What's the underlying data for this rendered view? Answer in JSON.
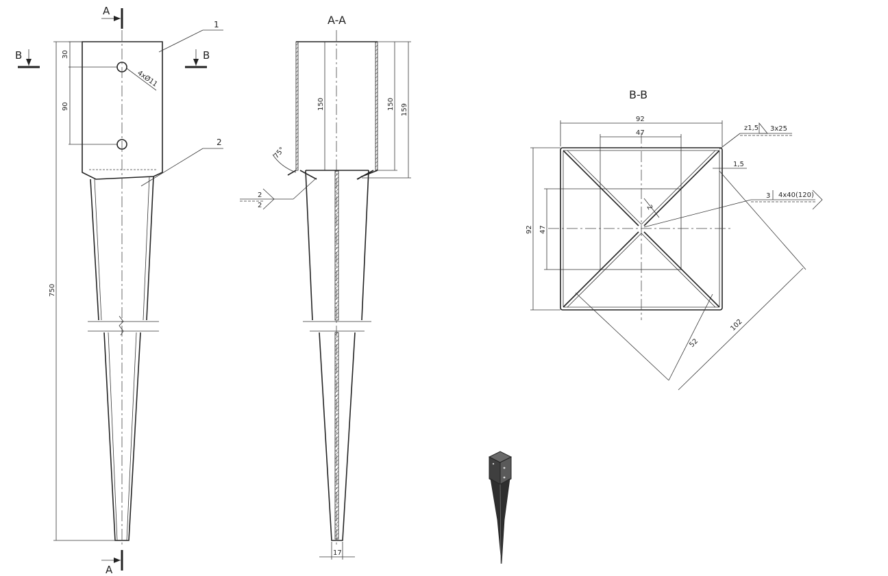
{
  "section_marks": {
    "a": "A",
    "b": "B"
  },
  "view_titles": {
    "section_aa": "A-A",
    "section_bb": "B-B"
  },
  "item_numbers": [
    "1",
    "2"
  ],
  "front_view": {
    "dim_top_offset": "30",
    "dim_hole_spacing": "90",
    "dim_total_length": "750",
    "hole_callout": "4xØ11"
  },
  "section_aa": {
    "dim_inner_height": "150",
    "dim_outer_height_inner": "150",
    "dim_outer_height": "159",
    "dim_angle": "75°",
    "dim_tip_width": "17",
    "weld_top": "2",
    "weld_bottom": "2"
  },
  "section_bb": {
    "dim_width_outer": "92",
    "dim_width_inner": "47",
    "dim_height_outer": "92",
    "dim_height_inner": "47",
    "dim_wall": "1,5",
    "dim_fin": "2",
    "dim_diag_52": "52",
    "dim_diag_102": "102",
    "weld_note_a": "z1,5",
    "weld_note_b": "3x25",
    "weld_note_c": "3",
    "weld_note_d": "4x40(120)"
  }
}
